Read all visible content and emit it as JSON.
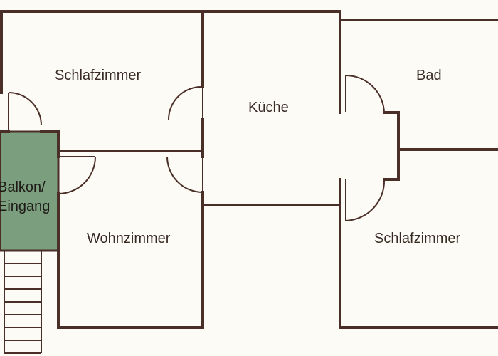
{
  "colors": {
    "wall": "#4a2e28",
    "background": "#fdfbf6",
    "balkon_fill": "#7a9e7e",
    "text": "#3a2a24"
  },
  "rooms": {
    "schlafzimmer_top": "Schlafzimmer",
    "kueche": "Küche",
    "bad": "Bad",
    "balkon_line1": "Balkon/",
    "balkon_line2": "Eingang",
    "wohnzimmer": "Wohnzimmer",
    "schlafzimmer_bottom": "Schlafzimmer"
  }
}
